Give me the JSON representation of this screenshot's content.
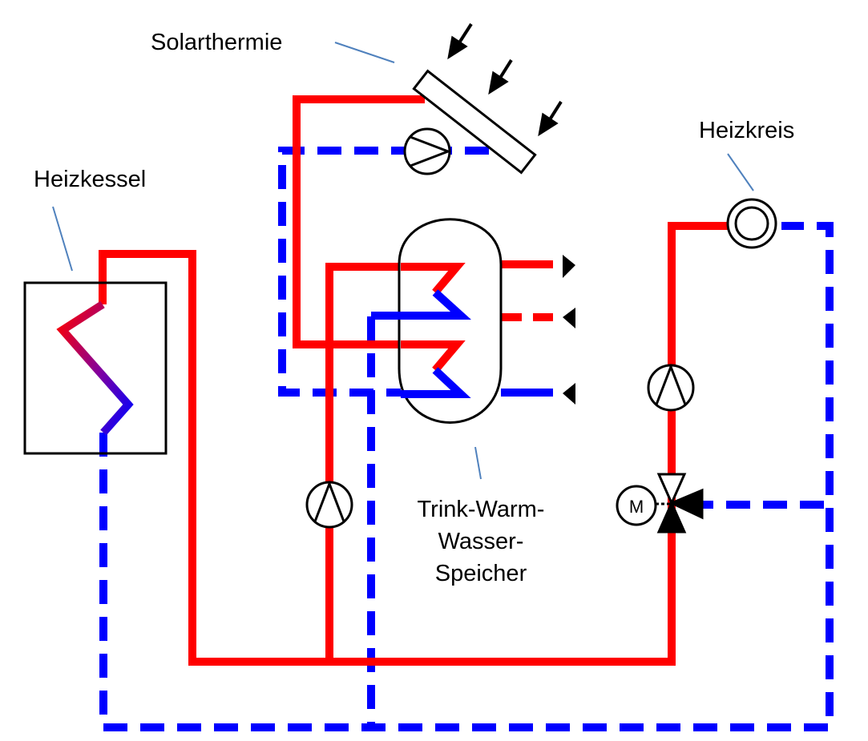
{
  "labels": {
    "solar": "Solarthermie",
    "boiler": "Heizkessel",
    "circuit": "Heizkreis",
    "tank_line1": "Trink-Warm-",
    "tank_line2": "Wasser-",
    "tank_line3": "Speicher",
    "motor": "M"
  },
  "colors": {
    "hot": "#ff0000",
    "cold": "#0000ff",
    "leader": "#4f81bd"
  }
}
